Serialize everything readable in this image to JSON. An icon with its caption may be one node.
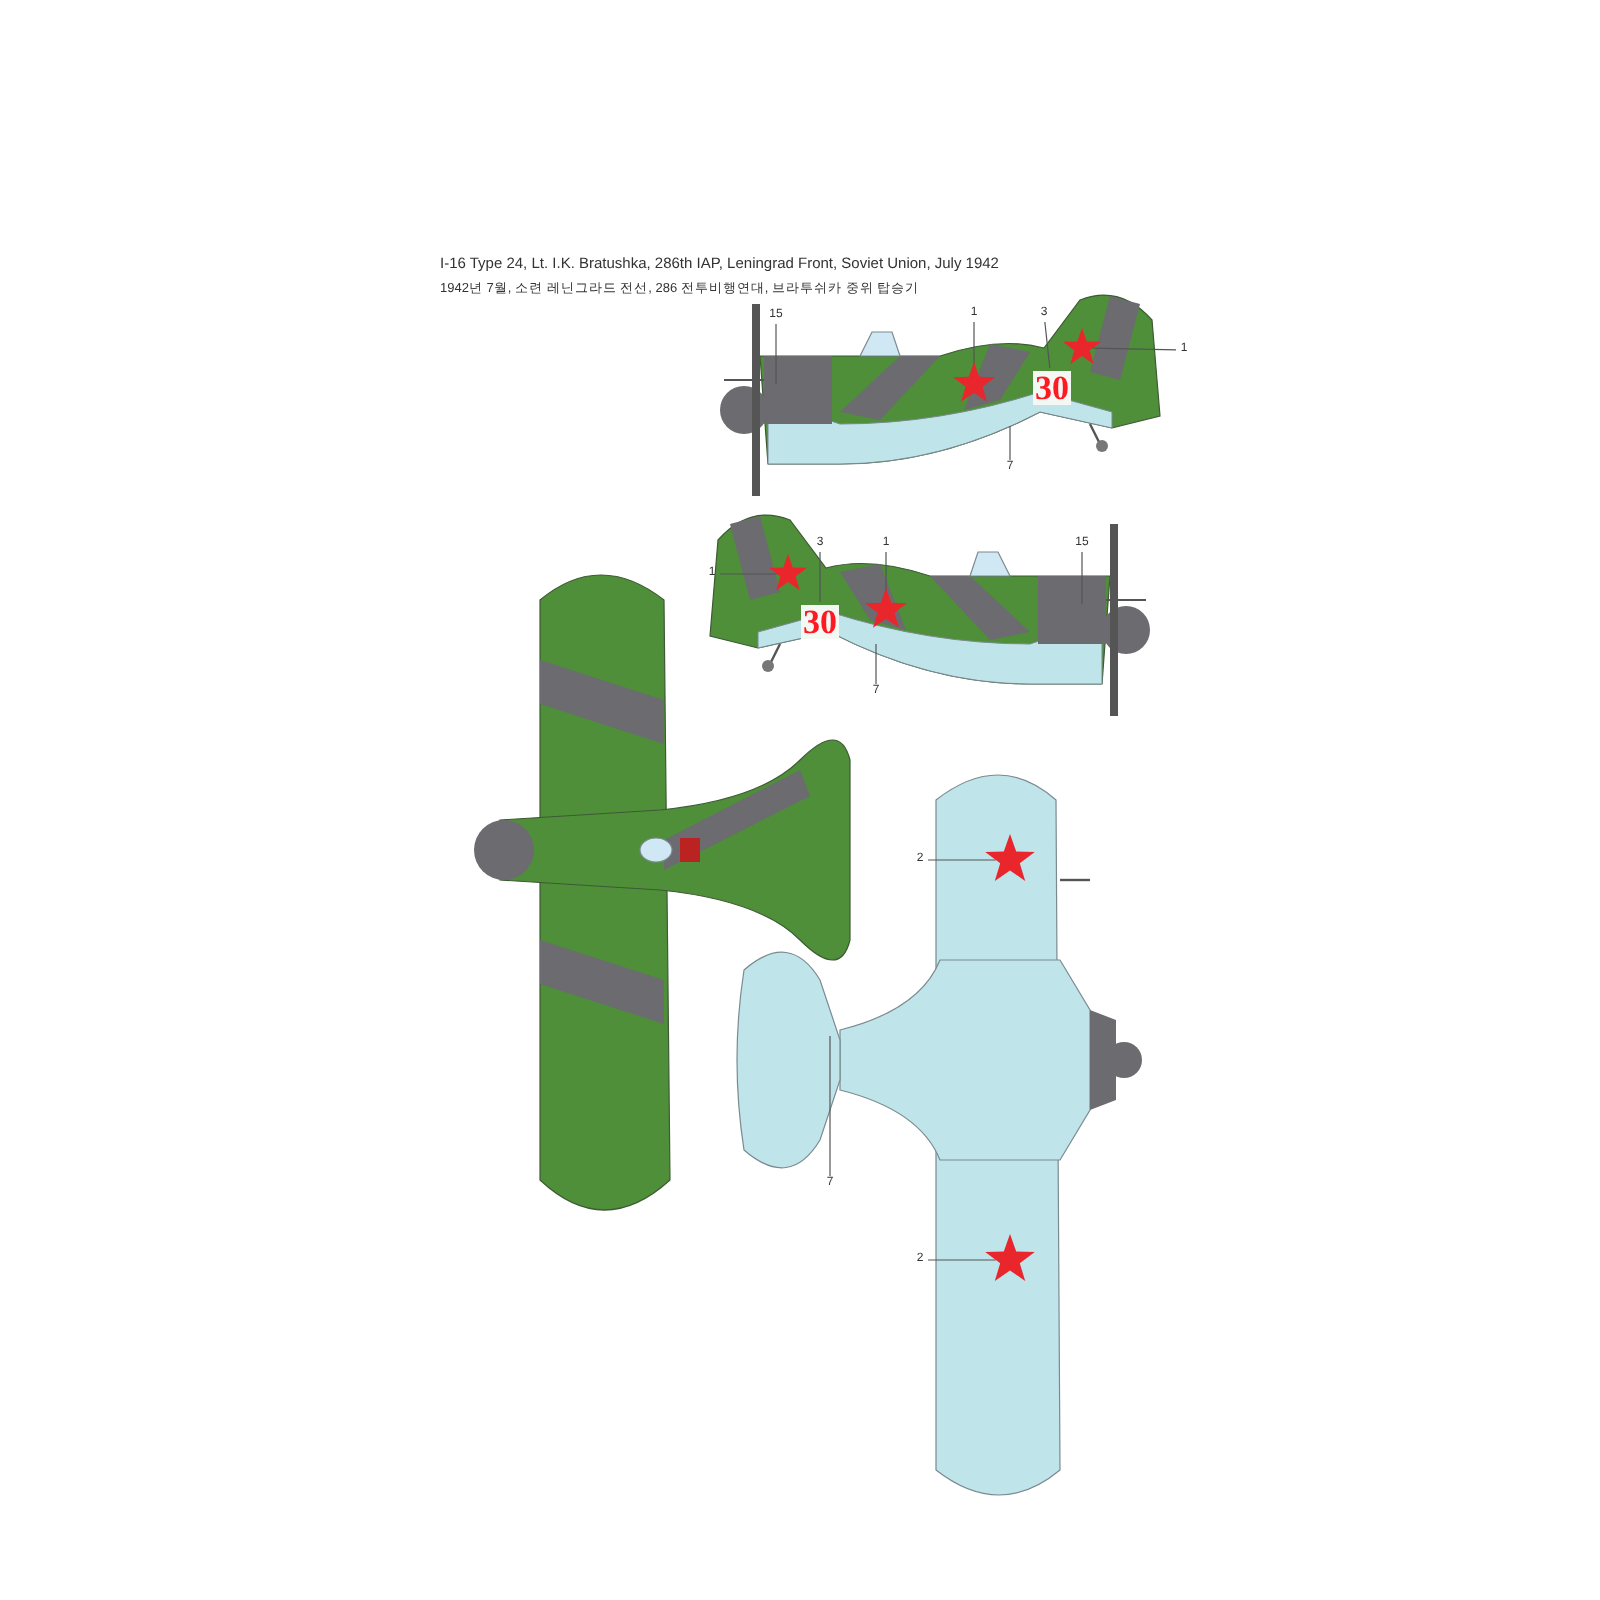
{
  "diagram": {
    "title": "I-16 Type 24, Lt. I.K. Bratushka, 286th IAP, Leningrad Front, Soviet Union, July 1942",
    "nodes": [
      {
        "text": [
          "15"
        ]
      },
      {
        "text": [
          "1"
        ]
      },
      {
        "text": [],
        "shape": "star"
      },
      {
        "text": [
          "3"
        ]
      },
      {
        "text": [
          "30"
        ]
      },
      {
        "text": [
          "1"
        ]
      },
      {
        "text": [],
        "shape": "star"
      },
      {
        "text": [
          "7"
        ]
      },
      {
        "text": [
          "1"
        ]
      },
      {
        "text": [],
        "shape": "star"
      },
      {
        "text": [
          "3"
        ]
      },
      {
        "text": [
          "30"
        ]
      },
      {
        "text": [
          "1"
        ]
      },
      {
        "text": [],
        "shape": "star"
      },
      {
        "text": [
          "15"
        ]
      },
      {
        "text": [
          "7"
        ]
      },
      {
        "text": [
          "2"
        ]
      },
      {
        "text": [],
        "shape": "star"
      },
      {
        "text": [
          "2"
        ]
      },
      {
        "text": [],
        "shape": "star"
      },
      {
        "text": [
          "7"
        ]
      }
    ],
    "edges": [
      {
        "from": 0,
        "to": null,
        "arrow": "none"
      },
      {
        "from": 1,
        "to": 2,
        "arrow": "none"
      },
      {
        "from": 3,
        "to": 4,
        "arrow": "none"
      },
      {
        "from": 5,
        "to": 6,
        "arrow": "none"
      },
      {
        "from": 7,
        "to": null,
        "arrow": "none"
      },
      {
        "from": 8,
        "to": 9,
        "arrow": "none"
      },
      {
        "from": 10,
        "to": 11,
        "arrow": "none"
      },
      {
        "from": 12,
        "to": 13,
        "arrow": "none"
      },
      {
        "from": 14,
        "to": null,
        "arrow": "none"
      },
      {
        "from": 15,
        "to": null,
        "arrow": "none"
      },
      {
        "from": 16,
        "to": 17,
        "arrow": "none"
      },
      {
        "from": 18,
        "to": 19,
        "arrow": "none"
      },
      {
        "from": 20,
        "to": null,
        "arrow": "none"
      }
    ],
    "labels": [
      "1942년 7월, 소련 레닌그라드 전선, 286 전투비행연대, 브라투쉬카 중위 탑승기"
    ]
  }
}
